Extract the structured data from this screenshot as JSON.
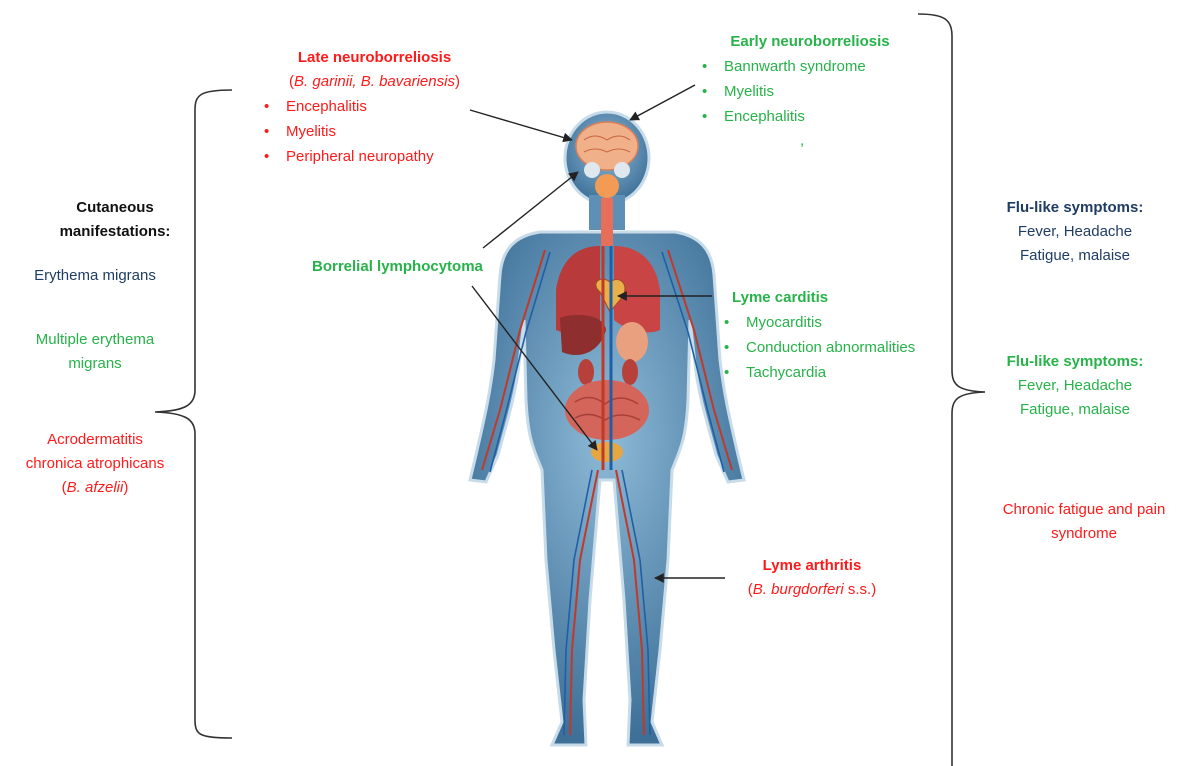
{
  "cutaneous": {
    "title_line1": "Cutaneous",
    "title_line2": "manifestations:",
    "erythema": "Erythema migrans",
    "multiple_line1": "Multiple erythema",
    "multiple_line2": "migrans",
    "acro_line1": "Acrodermatitis",
    "acro_line2": "chronica atrophicans",
    "acro_species": "B. afzelii"
  },
  "late_neuro": {
    "title": "Late neuroborreliosis",
    "species": "B. garinii, B. bavariensis",
    "items": [
      "Encephalitis",
      "Myelitis",
      "Peripheral neuropathy"
    ]
  },
  "early_neuro": {
    "title": "Early neuroborreliosis",
    "items": [
      "Bannwarth syndrome",
      "Myelitis",
      "Encephalitis"
    ],
    "stray_mark": ","
  },
  "lymphocytoma": {
    "title": "Borrelial lymphocytoma"
  },
  "carditis": {
    "title": "Lyme carditis",
    "items": [
      "Myocarditis",
      "Conduction abnormalities",
      "Tachycardia"
    ]
  },
  "arthritis": {
    "title": "Lyme arthritis",
    "species": "B. burgdorferi",
    "species_suffix": " s.s."
  },
  "flu_early": {
    "title": "Flu-like symptoms:",
    "line1": "Fever, Headache",
    "line2": "Fatigue, malaise"
  },
  "flu_disseminated": {
    "title": "Flu-like symptoms:",
    "line1": "Fever, Headache",
    "line2": "Fatigue, malaise"
  },
  "chronic": {
    "line1": "Chronic fatigue and pain",
    "line2": "syndrome"
  },
  "colors": {
    "late_stage_red": "#ff1a1a",
    "early_disseminated_green": "#27b24a",
    "localized_navy": "#1f3d64",
    "body_blue": "#4f86ad",
    "artery_red": "#c0392b",
    "vein_blue": "#1f5fa8"
  }
}
